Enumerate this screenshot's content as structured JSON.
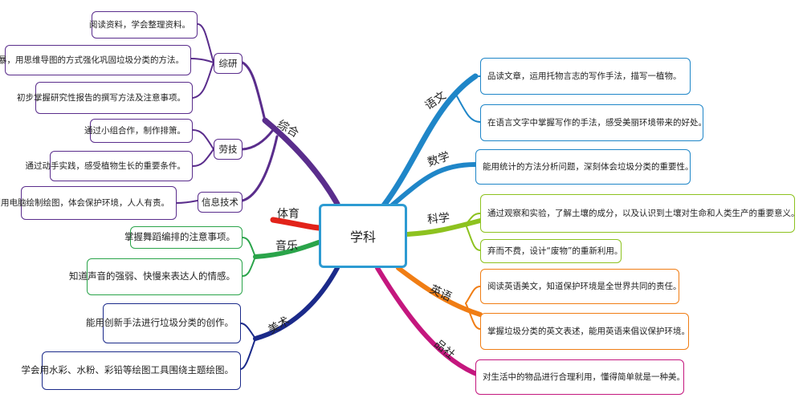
{
  "center": "学科",
  "colors": {
    "zonghe": "#5a2d8c",
    "tiyu": "#e2231a",
    "yinyue": "#2aa44a",
    "meishu": "#1b2a8a",
    "yuwen": "#1f86c8",
    "shuxue": "#1f86c8",
    "kexue": "#8dc21f",
    "yingyu": "#f07d14",
    "pinshe": "#c4177e"
  },
  "branches": {
    "yuwen": "语文",
    "shuxue": "数学",
    "kexue": "科学",
    "yingyu": "英语",
    "pinshe": "品社",
    "zonghe": "综合",
    "tiyu": "体育",
    "yinyue": "音乐",
    "meishu": "美术"
  },
  "sub": {
    "zongyan": "综研",
    "laoji": "劳技",
    "xinxi": "信息技术"
  },
  "leaves": {
    "yuwen_1": "品读文章，运用托物言志的写作手法，描写一植物。",
    "yuwen_2": "在语言文字中掌握写作的手法，感受美丽环境带来的好处。",
    "shuxue_1": "能用统计的方法分析问题，深刻体会垃圾分类的重要性。",
    "kexue_1": "通过观察和实验，了解土壤的成分，以及认识到土壤对生命和人类生产的重要意义。",
    "kexue_2": "弃而不费，设计“废物”的重新利用。",
    "yingyu_1": "阅读英语美文，知道保护环境是全世界共同的责任。",
    "yingyu_2": "掌握垃圾分类的英文表述，能用英语来倡议保护环境。",
    "pinshe_1": "对生活中的物品进行合理利用，懂得简单就是一种美。",
    "zongyan_1": "阅读资料，学会整理资料。",
    "zongyan_2": "头脑风暴，用思维导图的方式强化巩固垃圾分类的方法。",
    "zongyan_3": "初步掌握研究性报告的撰写方法及注意事项。",
    "laoji_1": "通过小组合作，制作排箫。",
    "laoji_2": "通过动手实践，感受植物生长的重要条件。",
    "xinxi_1": "利用电脑绘制绘图，体会保护环境，人人有责。",
    "yinyue_1": "掌握舞蹈编排的注意事项。",
    "yinyue_2": "知道声音的强弱、快慢来表达人的情感。",
    "meishu_1": "能用创新手法进行垃圾分类的创作。",
    "meishu_2": "学会用水彩、水粉、彩铅等绘图工具围绕主题绘图。"
  }
}
